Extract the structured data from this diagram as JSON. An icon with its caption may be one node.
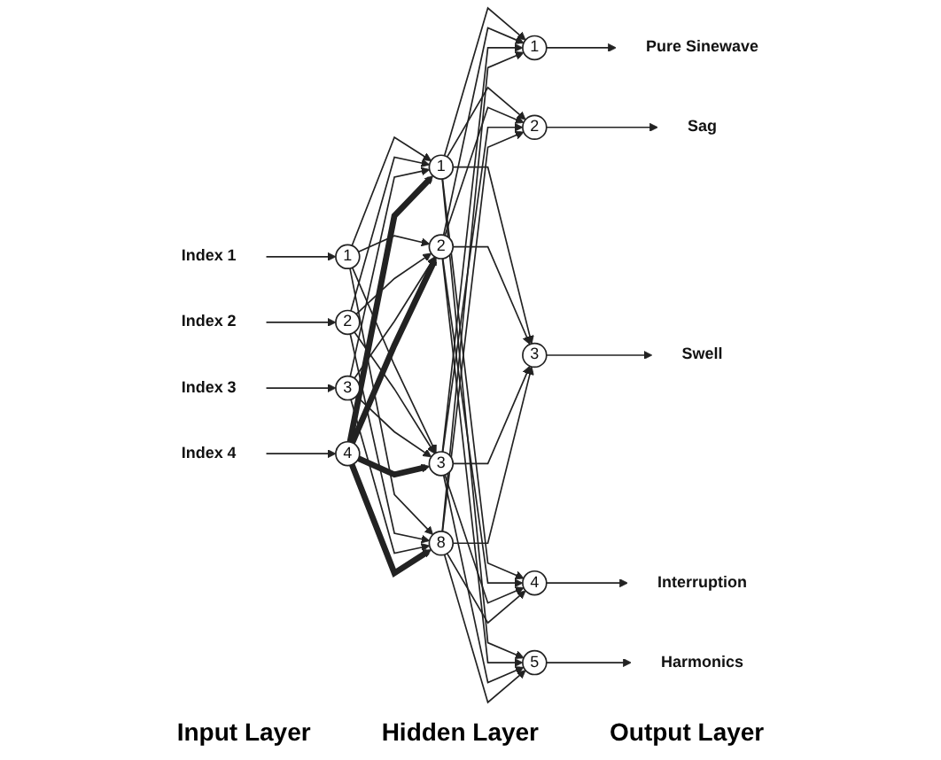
{
  "diagram": {
    "nodes": [
      {
        "text": [
          "Index 1"
        ]
      },
      {
        "text": [
          "Index 2"
        ]
      },
      {
        "text": [
          "Index 3"
        ]
      },
      {
        "text": [
          "Index 4"
        ]
      },
      {
        "text": [
          "1"
        ]
      },
      {
        "text": [
          "2"
        ]
      },
      {
        "text": [
          "3"
        ]
      },
      {
        "text": [
          "4"
        ]
      },
      {
        "text": [
          "1"
        ]
      },
      {
        "text": [
          "2"
        ]
      },
      {
        "text": [
          "3"
        ]
      },
      {
        "text": [
          "8"
        ]
      },
      {
        "text": [
          "1"
        ]
      },
      {
        "text": [
          "2"
        ]
      },
      {
        "text": [
          "3"
        ]
      },
      {
        "text": [
          "4"
        ]
      },
      {
        "text": [
          "5"
        ]
      },
      {
        "text": [
          "Pure Sinewave"
        ]
      },
      {
        "text": [
          "Sag"
        ]
      },
      {
        "text": [
          "Swell"
        ]
      },
      {
        "text": [
          "Interruption"
        ]
      },
      {
        "text": [
          "Harmonics"
        ]
      }
    ],
    "edges": [
      {
        "from": 0,
        "to": 4,
        "arrow": "to"
      },
      {
        "from": 1,
        "to": 5,
        "arrow": "to"
      },
      {
        "from": 2,
        "to": 6,
        "arrow": "to"
      },
      {
        "from": 3,
        "to": 7,
        "arrow": "to"
      },
      {
        "from": 4,
        "to": 8,
        "arrow": "to"
      },
      {
        "from": 4,
        "to": 9,
        "arrow": "to"
      },
      {
        "from": 4,
        "to": 10,
        "arrow": "to"
      },
      {
        "from": 4,
        "to": 11,
        "arrow": "to"
      },
      {
        "from": 5,
        "to": 8,
        "arrow": "to"
      },
      {
        "from": 5,
        "to": 9,
        "arrow": "to"
      },
      {
        "from": 5,
        "to": 10,
        "arrow": "to"
      },
      {
        "from": 5,
        "to": 11,
        "arrow": "to"
      },
      {
        "from": 6,
        "to": 8,
        "arrow": "to"
      },
      {
        "from": 6,
        "to": 9,
        "arrow": "to"
      },
      {
        "from": 6,
        "to": 10,
        "arrow": "to"
      },
      {
        "from": 6,
        "to": 11,
        "arrow": "to"
      },
      {
        "from": 7,
        "to": 8,
        "arrow": "to",
        "style": "thick"
      },
      {
        "from": 7,
        "to": 9,
        "arrow": "to",
        "style": "thick"
      },
      {
        "from": 7,
        "to": 10,
        "arrow": "to",
        "style": "thick"
      },
      {
        "from": 7,
        "to": 11,
        "arrow": "to",
        "style": "thick"
      },
      {
        "from": 8,
        "to": 12,
        "arrow": "to"
      },
      {
        "from": 8,
        "to": 13,
        "arrow": "to"
      },
      {
        "from": 8,
        "to": 14,
        "arrow": "to"
      },
      {
        "from": 8,
        "to": 15,
        "arrow": "to"
      },
      {
        "from": 8,
        "to": 16,
        "arrow": "to"
      },
      {
        "from": 9,
        "to": 12,
        "arrow": "to"
      },
      {
        "from": 9,
        "to": 13,
        "arrow": "to"
      },
      {
        "from": 9,
        "to": 14,
        "arrow": "to"
      },
      {
        "from": 9,
        "to": 15,
        "arrow": "to"
      },
      {
        "from": 9,
        "to": 16,
        "arrow": "to"
      },
      {
        "from": 10,
        "to": 12,
        "arrow": "to"
      },
      {
        "from": 10,
        "to": 13,
        "arrow": "to"
      },
      {
        "from": 10,
        "to": 14,
        "arrow": "to"
      },
      {
        "from": 10,
        "to": 15,
        "arrow": "to"
      },
      {
        "from": 10,
        "to": 16,
        "arrow": "to"
      },
      {
        "from": 11,
        "to": 12,
        "arrow": "to"
      },
      {
        "from": 11,
        "to": 13,
        "arrow": "to"
      },
      {
        "from": 11,
        "to": 14,
        "arrow": "to"
      },
      {
        "from": 11,
        "to": 15,
        "arrow": "to"
      },
      {
        "from": 11,
        "to": 16,
        "arrow": "to"
      },
      {
        "from": 12,
        "to": 17,
        "arrow": "to"
      },
      {
        "from": 13,
        "to": 18,
        "arrow": "to"
      },
      {
        "from": 14,
        "to": 19,
        "arrow": "to"
      },
      {
        "from": 15,
        "to": 20,
        "arrow": "to"
      },
      {
        "from": 16,
        "to": 21,
        "arrow": "to"
      }
    ],
    "labels": [
      "Input Layer",
      "Hidden Layer",
      "Output Layer"
    ]
  }
}
